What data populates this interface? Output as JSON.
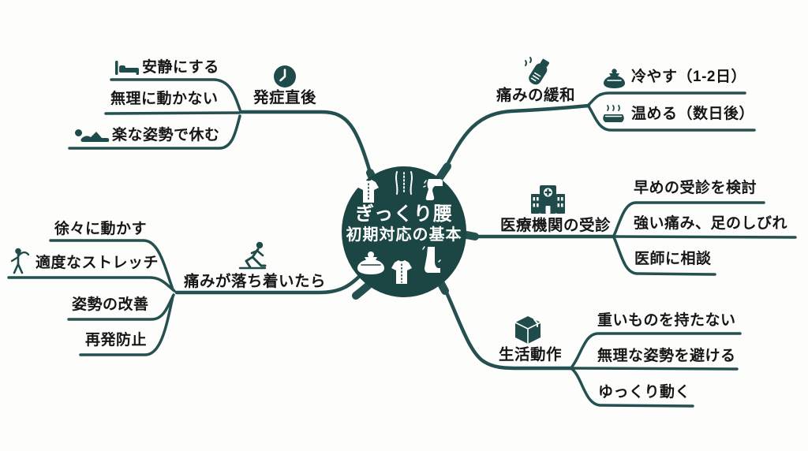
{
  "colors": {
    "bg": "#fdfdfc",
    "line": "#24504f",
    "circle": "#1c4644",
    "ink": "#161616",
    "icon": "#1f4c4a",
    "white": "#ffffff"
  },
  "center": {
    "line1": "ぎっくり腰",
    "line2": "初期対応の基本",
    "icons": [
      "torso-pain-icon",
      "spine-back-icon",
      "knee-pain-icon",
      "ice-bag-icon",
      "torso-pain-icon",
      "leg-pain-icon"
    ]
  },
  "branches": [
    {
      "id": "onset",
      "label": "発症直後",
      "icon": "clock-icon",
      "children": [
        {
          "label": "安静にする",
          "icon": "bed-icon"
        },
        {
          "label": "無理に動かない",
          "icon": null
        },
        {
          "label": "楽な姿勢で休む",
          "icon": "lying-person-icon"
        }
      ]
    },
    {
      "id": "pain-relief",
      "label": "痛みの緩和",
      "icon": "spray-bottle-icon",
      "children": [
        {
          "label": "冷やす（1-2日）",
          "icon": "ice-pack-icon"
        },
        {
          "label": "温める（数日後）",
          "icon": "warm-pack-icon"
        }
      ]
    },
    {
      "id": "medical-visit",
      "label": "医療機関の受診",
      "icon": "hospital-icon",
      "children": [
        {
          "label": "早めの受診を検討",
          "icon": null
        },
        {
          "label": "強い痛み、足のしびれ",
          "icon": null
        },
        {
          "label": "医師に相談",
          "icon": null
        }
      ]
    },
    {
      "id": "daily-movement",
      "label": "生活動作",
      "icon": "box-icon",
      "children": [
        {
          "label": "重いものを持たない",
          "icon": null
        },
        {
          "label": "無理な姿勢を避ける",
          "icon": null
        },
        {
          "label": "ゆっくり動く",
          "icon": null
        }
      ]
    },
    {
      "id": "after-pain-settles",
      "label": "痛みが落ち着いたら",
      "icon": "lunge-stretch-icon",
      "children": [
        {
          "label": "徐々に動かす",
          "icon": null
        },
        {
          "label": "適度なストレッチ",
          "icon": "side-stretch-icon"
        },
        {
          "label": "姿勢の改善",
          "icon": null
        },
        {
          "label": "再発防止",
          "icon": null
        }
      ]
    }
  ]
}
